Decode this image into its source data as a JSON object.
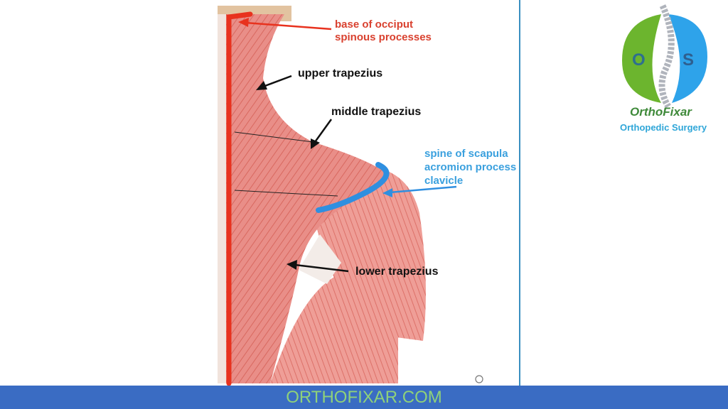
{
  "labels": {
    "occiput": [
      "base of occiput",
      "spinous processes"
    ],
    "upper": "upper trapezius",
    "middle": "middle trapezius",
    "lower": "lower trapezius",
    "scapula": [
      "spine of scapula",
      "acromion process",
      "clavicle"
    ]
  },
  "logo": {
    "letters": [
      "O",
      "S"
    ],
    "name": "OrthoFixar",
    "subtitle": "Orthopedic Surgery"
  },
  "footer": {
    "text": "ORTHOFIXAR.COM"
  },
  "colors": {
    "origin_marker": "#e8321e",
    "insertion_marker": "#2f8fe0",
    "footer_bg": "#3a6cc3",
    "footer_text": "#8fd17a",
    "muscle": "#e58a84"
  }
}
